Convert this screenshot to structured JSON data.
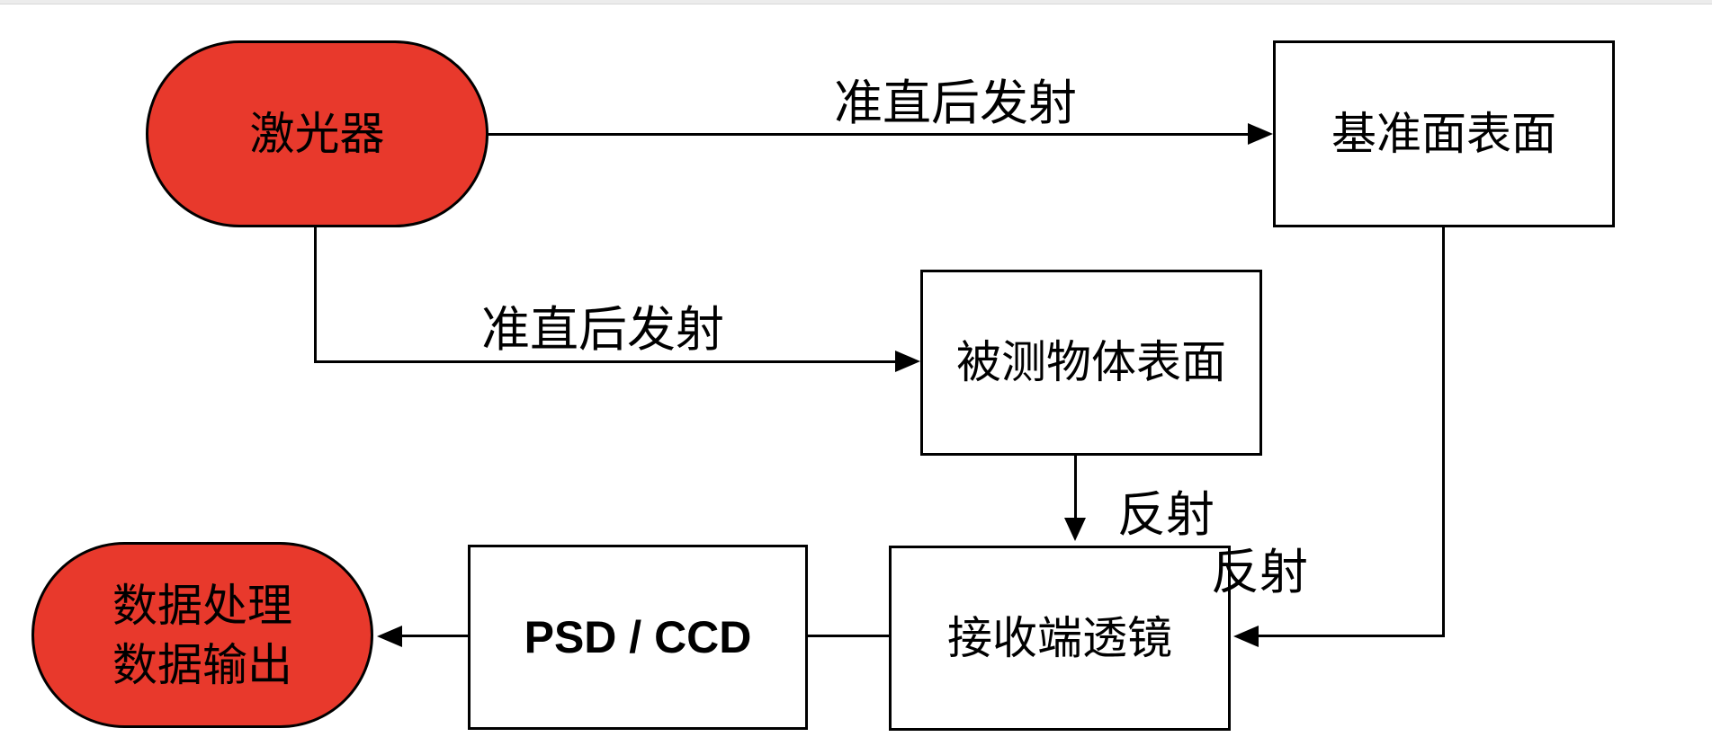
{
  "diagram_type": "flowchart",
  "colors": {
    "node_red": "#e8392c",
    "stroke": "#000000",
    "text": "#000000",
    "page_strip": "#ececec"
  },
  "nodes": {
    "laser": "激光器",
    "reference_surface": "基准面表面",
    "object_surface": "被测物体表面",
    "receiver_lens": "接收端透镜",
    "psd_ccd": "PSD / CCD",
    "data_processing_line1": "数据处理",
    "data_processing_line2": "数据输出"
  },
  "edges": {
    "laser_to_reference": {
      "from": "激光器",
      "to": "基准面表面",
      "label": "准直后发射"
    },
    "laser_to_object": {
      "from": "激光器",
      "to": "被测物体表面",
      "label": "准直后发射"
    },
    "object_to_lens": {
      "from": "被测物体表面",
      "to": "接收端透镜",
      "label": "反射"
    },
    "reference_to_lens": {
      "from": "基准面表面",
      "to": "接收端透镜",
      "label": "反射"
    },
    "lens_to_psd": {
      "from": "接收端透镜",
      "to": "PSD / CCD",
      "label": ""
    },
    "psd_to_data": {
      "from": "PSD / CCD",
      "to": "数据处理 数据输出",
      "label": ""
    }
  }
}
